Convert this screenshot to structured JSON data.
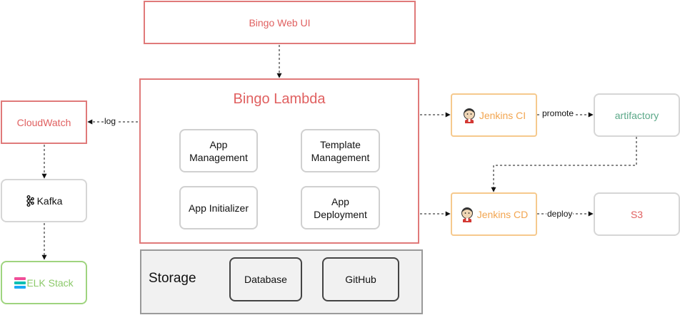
{
  "web_ui": {
    "label": "Bingo Web UI"
  },
  "lambda": {
    "title": "Bingo Lambda",
    "modules": {
      "app_management": "App\nManagement",
      "template_management": "Template\nManagement",
      "app_initializer": "App Initializer",
      "app_deployment": "App\nDeployment"
    }
  },
  "storage": {
    "title": "Storage",
    "database": "Database",
    "github": "GitHub"
  },
  "cloudwatch": {
    "label": "CloudWatch"
  },
  "kafka": {
    "label": "Kafka",
    "icon": "kafka-icon"
  },
  "elk": {
    "label": "ELK Stack",
    "icon": "elastic-logo-icon"
  },
  "jenkins_ci": {
    "label": "Jenkins CI",
    "icon": "jenkins-icon"
  },
  "jenkins_cd": {
    "label": "Jenkins CD",
    "icon": "jenkins-icon"
  },
  "artifactory": {
    "label": "artifactory"
  },
  "s3": {
    "label": "S3"
  },
  "edges": {
    "log": "log",
    "promote": "promote",
    "deploy": "deploy"
  },
  "colors": {
    "red": "#e06060",
    "orange": "#f2a550",
    "teal": "#5ba888",
    "green": "#9fd47f",
    "gray_border": "#d0d0d0",
    "storage_border": "#9a9a9a",
    "storage_fill": "#f1f1f1"
  }
}
